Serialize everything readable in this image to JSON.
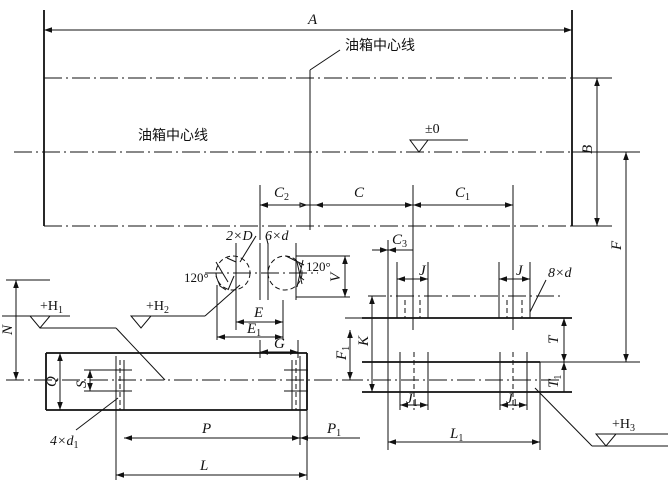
{
  "labels": {
    "A": "A",
    "B": "B",
    "C": "C",
    "C1": "C",
    "C1_sub": "1",
    "C2": "C",
    "C2_sub": "2",
    "C3": "C",
    "C3_sub": "3",
    "F": "F",
    "F1": "F",
    "F1_sub": "1",
    "K": "K",
    "T": "T",
    "T1": "T",
    "T1_sub": "1",
    "J_left": "J",
    "J_right": "J",
    "J1_left": "J",
    "J1_right": "J",
    "J1_sub": "1",
    "L1": "L",
    "L1_sub": "1",
    "L": "L",
    "P": "P",
    "P1": "P",
    "P1_sub": "1",
    "E": "E",
    "E1": "E",
    "E1_sub": "1",
    "G": "G",
    "V": "V",
    "N": "N",
    "Q": "Q",
    "S": "S",
    "two_x_D": "2×D",
    "six_x_d": "6×d",
    "eight_x_d": "8×d",
    "four_x_d1": "4×d",
    "four_x_d1_sub": "1",
    "angle_left": "120°",
    "angle_right": "120°",
    "H1": "+H",
    "H1_sub": "1",
    "H2": "+H",
    "H2_sub": "2",
    "H3": "+H",
    "H3_sub": "3",
    "zero_level": "±0",
    "tank_centerline_top": "油箱中心线",
    "tank_centerline_left": "油箱中心线"
  }
}
